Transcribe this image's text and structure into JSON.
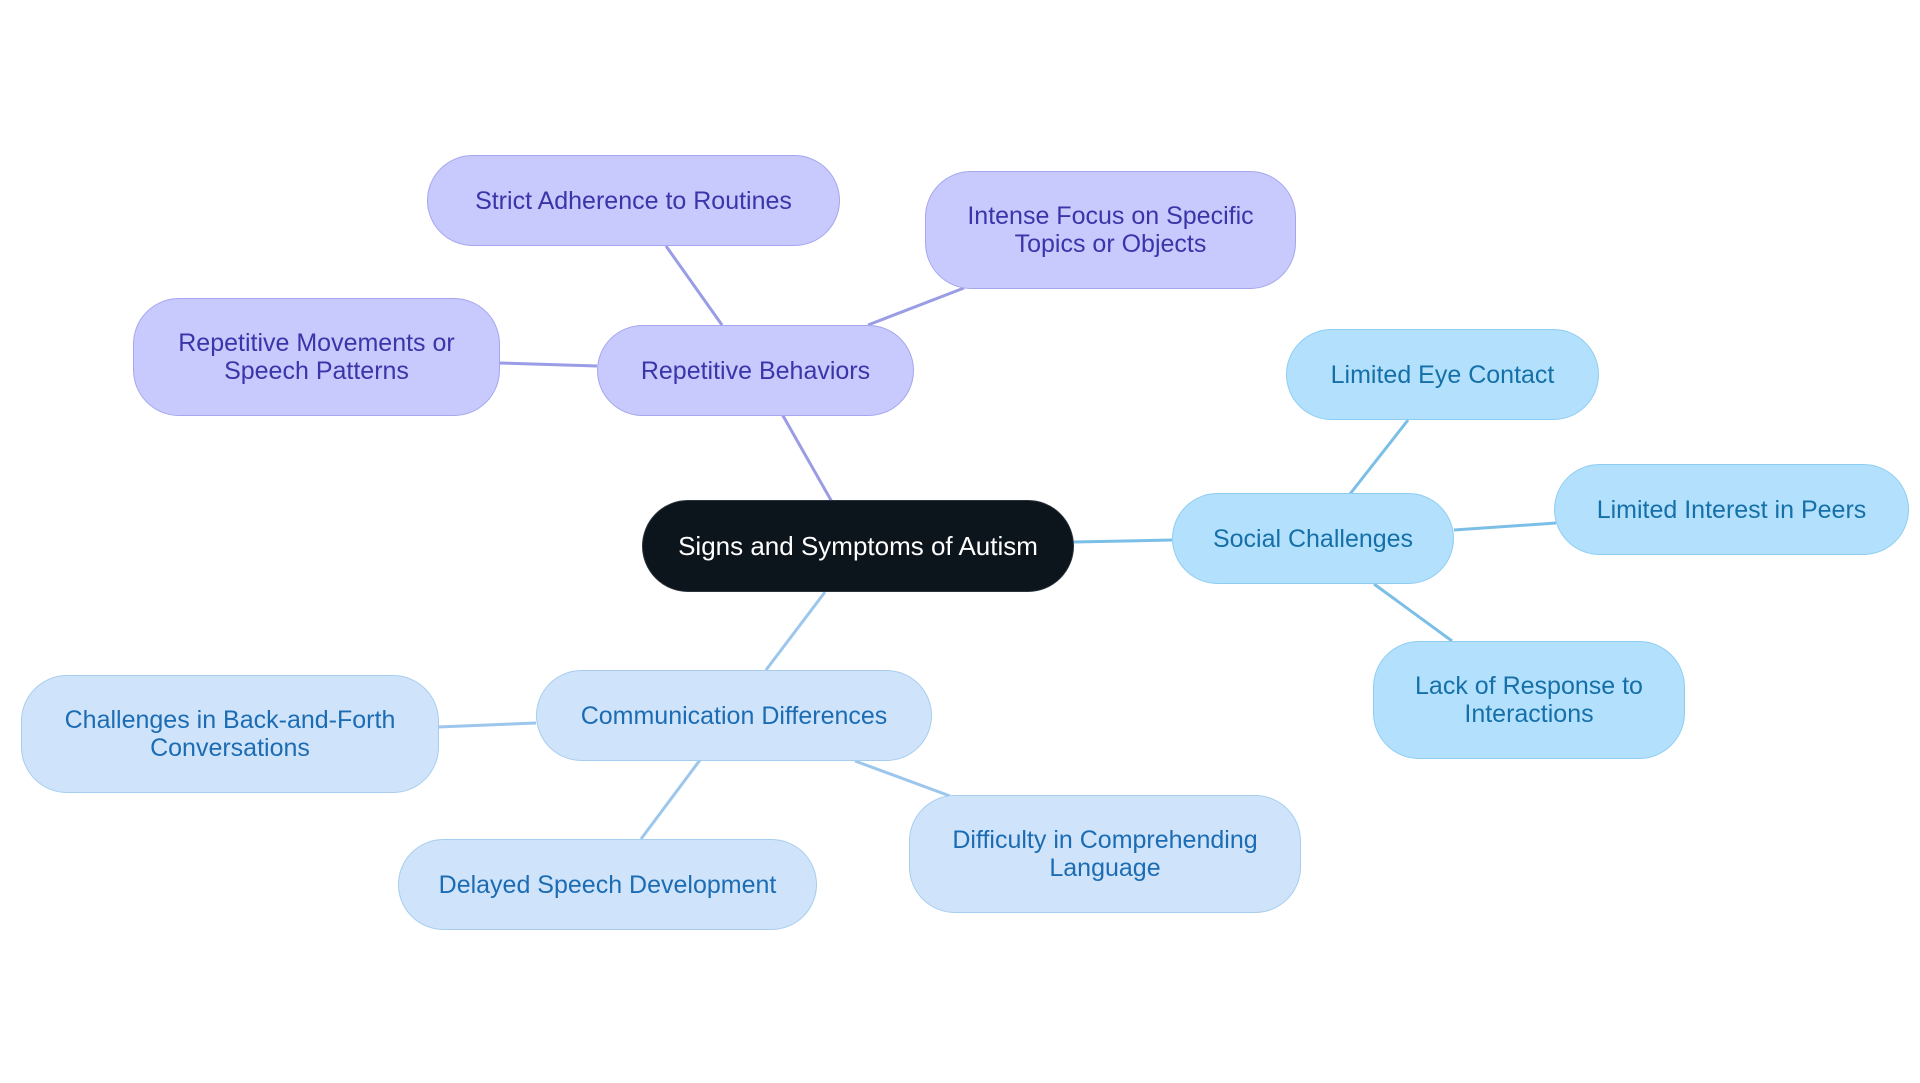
{
  "diagram": {
    "root": {
      "label": "Signs and Symptoms of Autism"
    },
    "branches": [
      {
        "key": "rep",
        "label": "Repetitive Behaviors",
        "children": [
          "Strict Adherence to Routines",
          "Intense Focus on Specific Topics or Objects",
          "Repetitive Movements or Speech Patterns"
        ]
      },
      {
        "key": "soc",
        "label": "Social Challenges",
        "children": [
          "Limited Eye Contact",
          "Limited Interest in Peers",
          "Lack of Response to Interactions"
        ]
      },
      {
        "key": "com",
        "label": "Communication Differences",
        "children": [
          "Challenges in Back-and-Forth Conversations",
          "Delayed Speech Development",
          "Difficulty in Comprehending Language"
        ]
      }
    ]
  },
  "colors": {
    "root_fill": "#0c141c",
    "root_text": "#ffffff",
    "repetitive_fill": "#c8c9fd",
    "repetitive_edge": "#9a9ce6",
    "repetitive_text": "#3a35a8",
    "social_fill": "#b3e0fd",
    "social_edge": "#7bbfe6",
    "social_text": "#1670a8",
    "communication_fill": "#cfe4fb",
    "communication_edge": "#9cc6ec",
    "communication_text": "#1c6cb4"
  }
}
